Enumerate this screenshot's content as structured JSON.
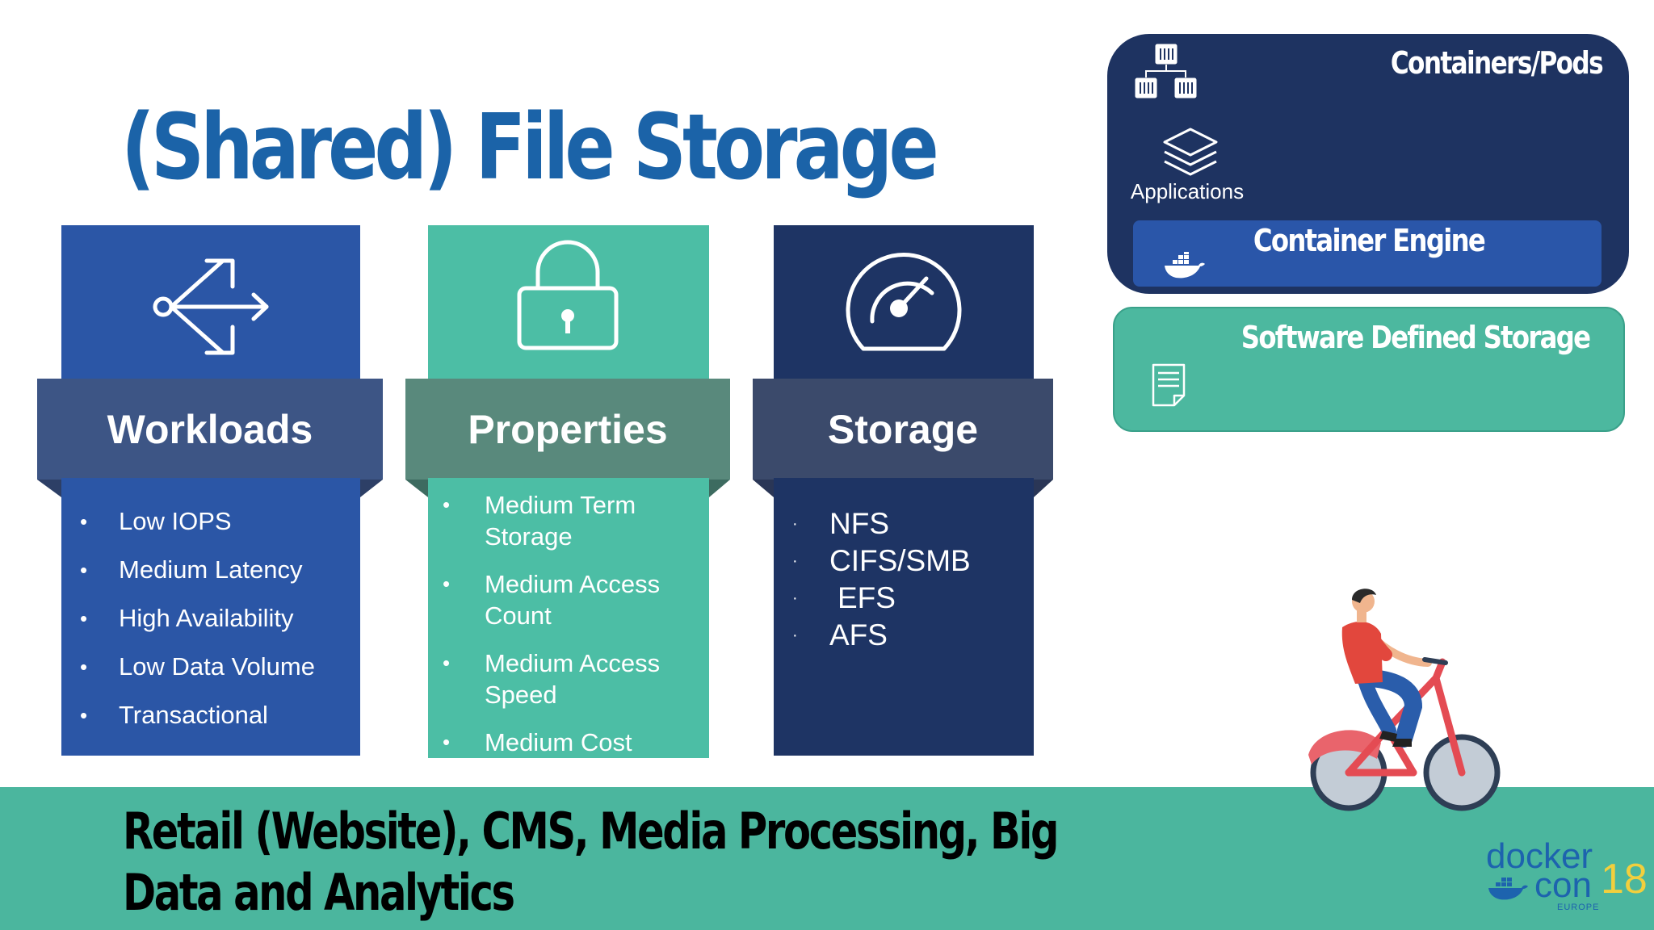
{
  "slide": {
    "title": "(Shared) File Storage",
    "columns": [
      {
        "heading": "Workloads",
        "icon": "split-arrow-icon",
        "items": [
          "Low IOPS",
          "Medium Latency",
          "High Availability",
          "Low Data Volume",
          "Transactional"
        ]
      },
      {
        "heading": "Properties",
        "icon": "padlock-icon",
        "items": [
          "Medium Term Storage",
          "Medium Access Count",
          "Medium Access Speed",
          "Medium Cost"
        ]
      },
      {
        "heading": "Storage",
        "icon": "speedometer-icon",
        "items": [
          "NFS",
          "CIFS/SMB",
          "EFS",
          "AFS"
        ]
      }
    ],
    "bullets": {
      "round": "•",
      "small": "·"
    },
    "use_cases": "Retail (Website), CMS, Media Processing, Big Data and Analytics"
  },
  "diagram": {
    "pods_label": "Containers/Pods",
    "apps_label": "Applications",
    "engine_label": "Container Engine",
    "storage_label": "Software Defined Storage"
  },
  "logo": {
    "line1": "docker",
    "line2": "con",
    "year": "18",
    "region": "EUROPE"
  },
  "colors": {
    "title_blue": "#1b63a8",
    "workloads_blue": "#2b56a6",
    "properties_teal": "#4cbea5",
    "storage_navy": "#1e3464",
    "band_teal": "#4bb69e"
  }
}
